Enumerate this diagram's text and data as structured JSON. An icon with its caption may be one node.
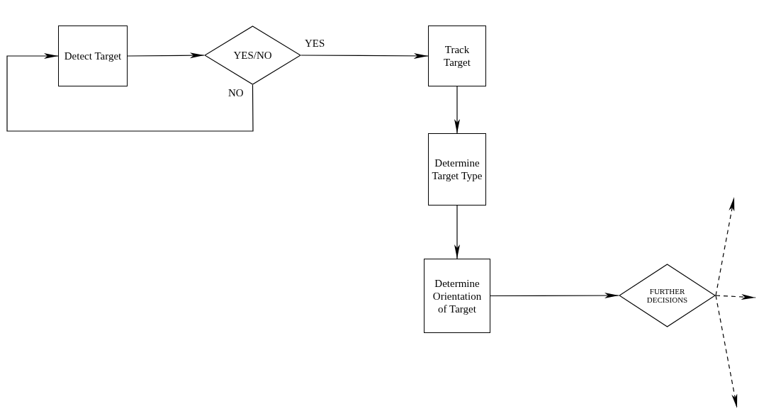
{
  "diagram": {
    "nodes": [
      {
        "text": [
          "Detect Target"
        ]
      },
      {
        "text": [
          "YES/NO"
        ]
      },
      {
        "text": [
          "Track Target"
        ]
      },
      {
        "text": [
          "Determine Target Type"
        ]
      },
      {
        "text": [
          "Determine Orientation of Target"
        ]
      },
      {
        "text": [
          "FURTHER DECISIONS"
        ]
      }
    ],
    "edges": [
      {
        "from": 0,
        "to": 1,
        "arrow": "to"
      },
      {
        "from": 1,
        "to": 2,
        "arrow": "to",
        "label": "YES"
      },
      {
        "from": 1,
        "to": 0,
        "arrow": "to",
        "label": "NO"
      },
      {
        "from": 2,
        "to": 3,
        "arrow": "to"
      },
      {
        "from": 3,
        "to": 4,
        "arrow": "to"
      },
      {
        "from": 4,
        "to": 5,
        "arrow": "to"
      },
      {
        "from": 5,
        "to": null,
        "arrow": "to",
        "style": "dashed"
      },
      {
        "from": 5,
        "to": null,
        "arrow": "to",
        "style": "dashed"
      },
      {
        "from": 5,
        "to": null,
        "arrow": "to",
        "style": "dashed"
      }
    ]
  }
}
